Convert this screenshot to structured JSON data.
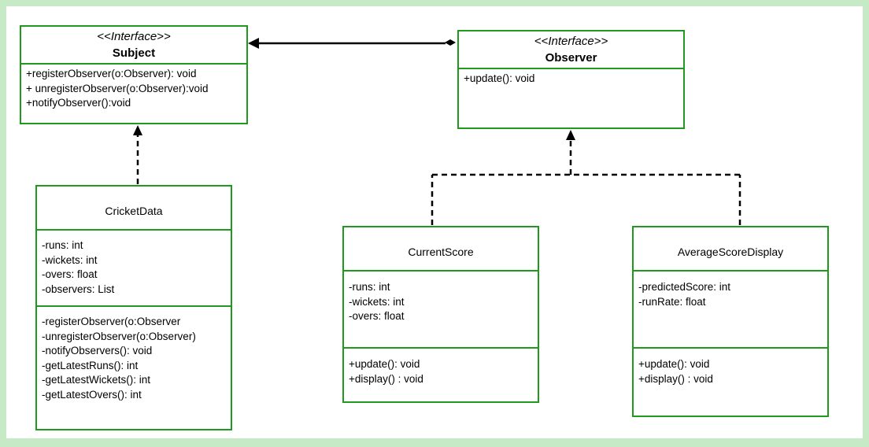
{
  "colors": {
    "border": "#1f9a1f",
    "frame": "#c6e9c6",
    "line": "#000000"
  },
  "subject": {
    "stereotype": "<<Interface>>",
    "name": "Subject",
    "methods": [
      "+registerObserver(o:Observer): void",
      "+ unregisterObserver(o:Observer):void",
      "+notifyObserver():void"
    ]
  },
  "observer": {
    "stereotype": "<<Interface>>",
    "name": "Observer",
    "methods": [
      "+update(): void"
    ]
  },
  "cricket_data": {
    "name": "CricketData",
    "attributes": [
      "-runs: int",
      "-wickets: int",
      "-overs: float",
      "-observers: List"
    ],
    "methods": [
      "-registerObserver(o:Observer",
      "-unregisterObserver(o:Observer)",
      "-notifyObservers(): void",
      "-getLatestRuns(): int",
      "-getLatestWickets(): int",
      "-getLatestOvers(): int"
    ]
  },
  "current_score": {
    "name": "CurrentScore",
    "attributes": [
      "-runs: int",
      "-wickets: int",
      "-overs: float"
    ],
    "methods": [
      "+update(): void",
      "+display() : void"
    ]
  },
  "average_score_display": {
    "name": "AverageScoreDisplay",
    "attributes": [
      "-predictedScore: int",
      "-runRate: float"
    ],
    "methods": [
      "+update(): void",
      "+display() : void"
    ]
  }
}
